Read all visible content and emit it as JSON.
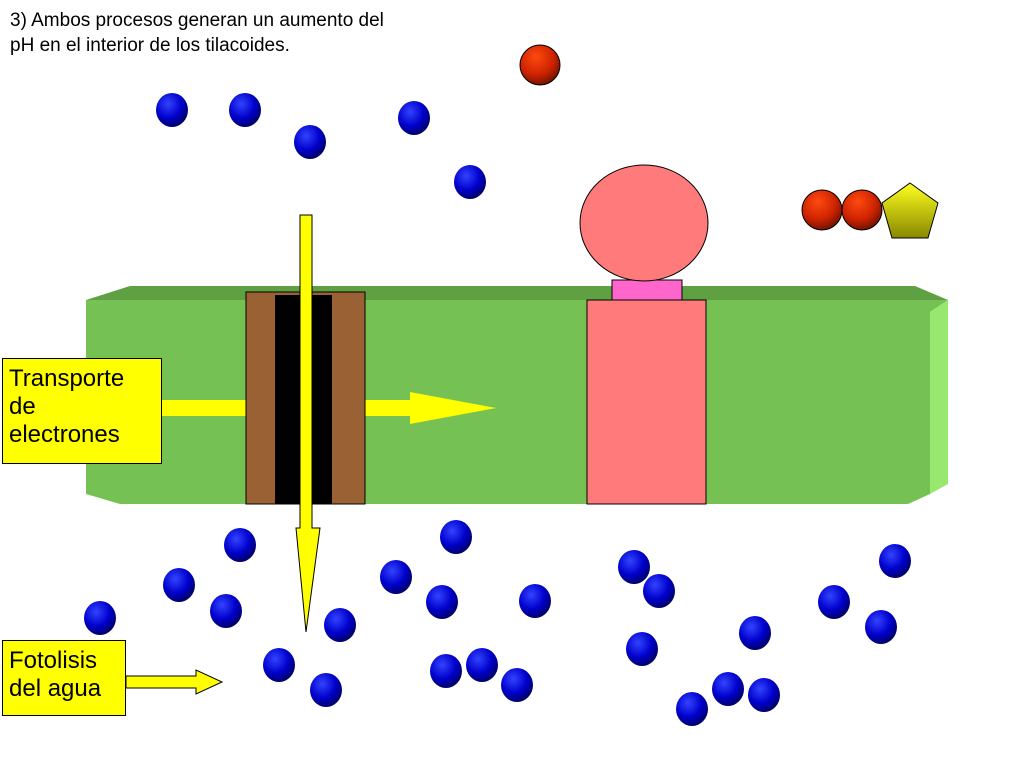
{
  "heading": {
    "lines": [
      "3) Ambos procesos generan un aumento del",
      "pH en el interior de los tilacoides."
    ]
  },
  "labels": {
    "transport": {
      "lines": [
        "Transporte",
        "de",
        "electrones"
      ]
    },
    "photolysis": {
      "lines": [
        "Fotolisis",
        "del agua"
      ]
    }
  },
  "colors": {
    "membrane_front": "#76c154",
    "membrane_top": "#5fa043",
    "membrane_side": "#98e870",
    "complex_brown": "#9a6234",
    "complex_core": "#000000",
    "atp_synthase": "#ff7b7b",
    "atp_stalk": "#ff66cc",
    "arrow_yellow": "#ffff00",
    "label_bg": "#ffff00",
    "proton_blue": "#0000cc",
    "phosphate_red": "#cc2200",
    "adp_yellow": "#cccc00"
  },
  "icons": {
    "proton": "blue-sphere",
    "phosphate": "red-sphere",
    "ribose": "yellow-pentagon"
  }
}
